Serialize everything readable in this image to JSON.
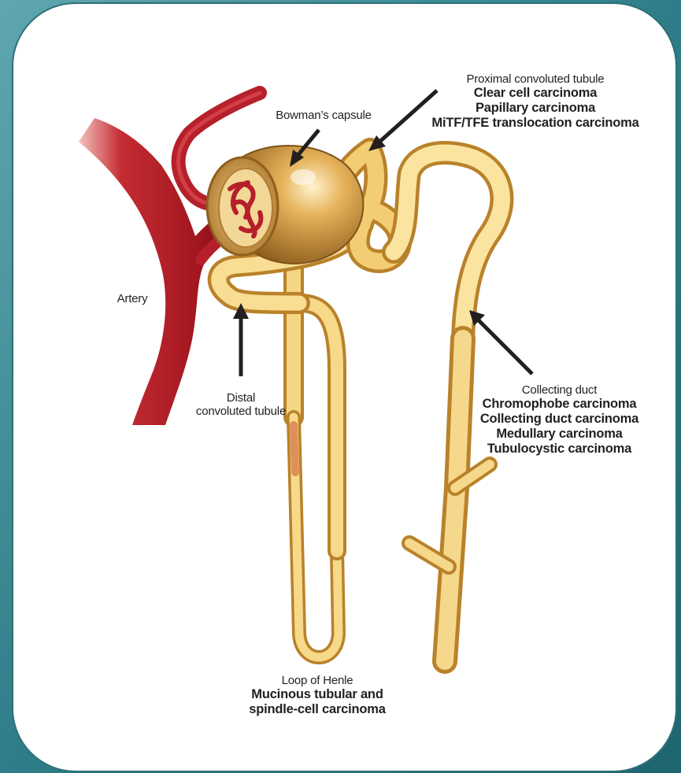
{
  "labels": {
    "proximal": {
      "name": "Proximal convoluted tubule",
      "carcinomas": [
        "Clear cell carcinoma",
        "Papillary carcinoma",
        "MiTF/TFE translocation carcinoma"
      ]
    },
    "bowmans": {
      "name": "Bowman’s capsule"
    },
    "artery": {
      "name": "Artery"
    },
    "distal": {
      "name_line1": "Distal",
      "name_line2": "convoluted tubule"
    },
    "collecting": {
      "name": "Collecting duct",
      "carcinomas": [
        "Chromophobe carcinoma",
        "Collecting duct carcinoma",
        "Medullary carcinoma",
        "Tubulocystic carcinoma"
      ]
    },
    "henle": {
      "name": "Loop of Henle",
      "carcinomas": [
        "Mucinous tubular and",
        "spindle-cell carcinoma"
      ]
    }
  },
  "colors": {
    "background_teal": "#3f8f99",
    "panel": "#ffffff",
    "tubule_light": "#f7d98a",
    "tubule_mid": "#e8b24a",
    "tubule_dark": "#b9822a",
    "artery": "#b5202a",
    "artery_dark": "#7a1017",
    "arrow": "#231f20"
  }
}
